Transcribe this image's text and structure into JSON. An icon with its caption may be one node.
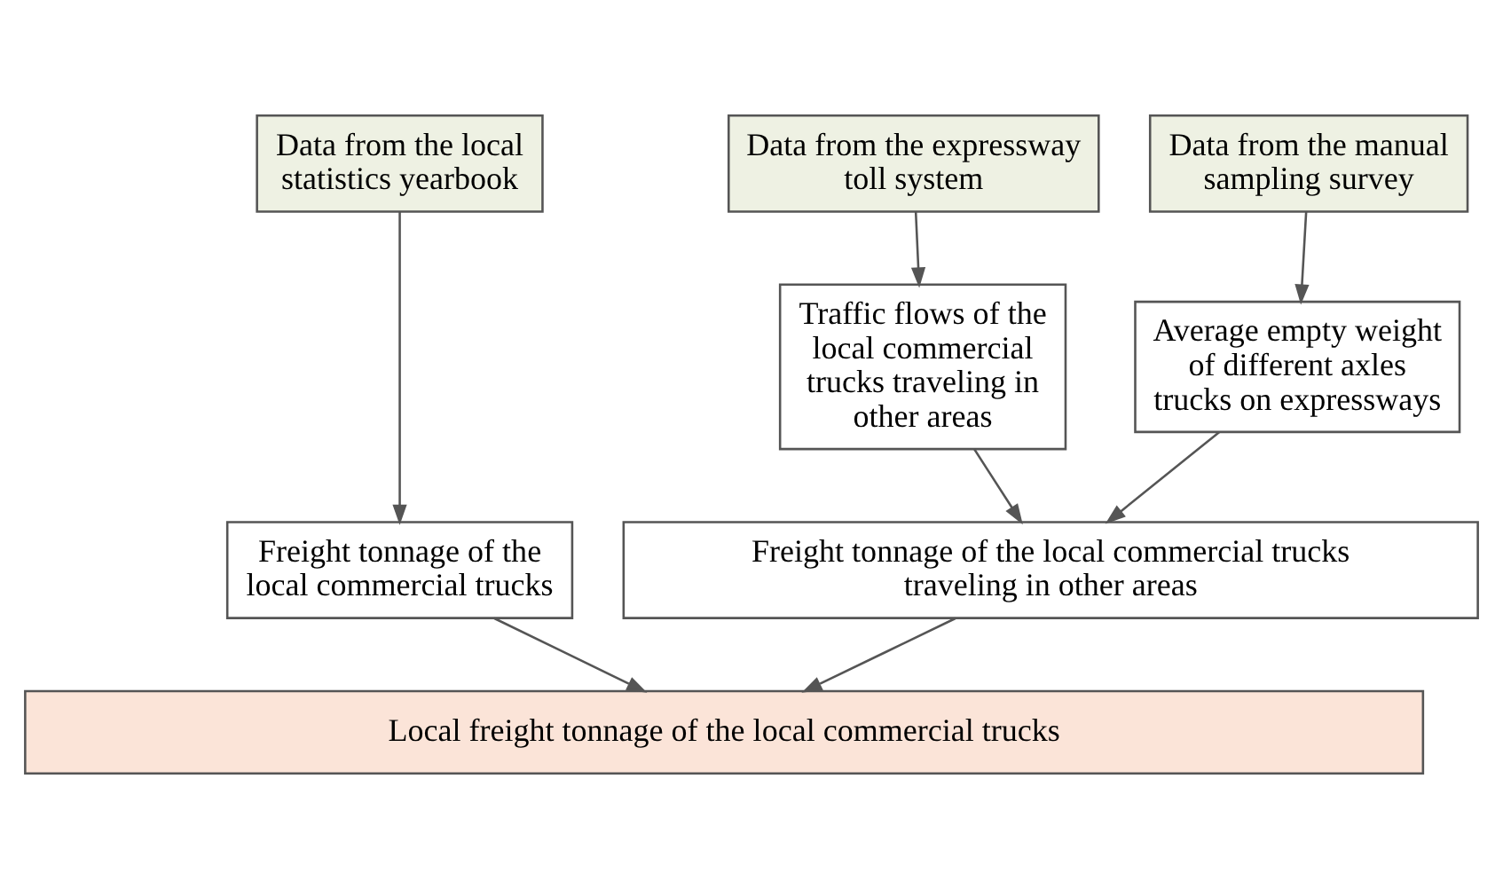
{
  "diagram": {
    "nodes": [
      {
        "text": [
          "Data from the local statistics yearbook"
        ]
      },
      {
        "text": [
          "Data from the expressway toll system"
        ]
      },
      {
        "text": [
          "Data from the manual sampling survey"
        ]
      },
      {
        "text": [
          "Traffic flows of the local commercial trucks traveling in other areas"
        ]
      },
      {
        "text": [
          "Average empty weight of different axles trucks on expressways"
        ]
      },
      {
        "text": [
          "Freight tonnage of the local commercial trucks"
        ]
      },
      {
        "text": [
          "Freight tonnage of the local commercial trucks traveling in other areas"
        ]
      },
      {
        "text": [
          "Local freight tonnage of the local commercial trucks"
        ]
      }
    ],
    "edges": [
      {
        "from": 0,
        "to": 5,
        "arrow": "to"
      },
      {
        "from": 1,
        "to": 3,
        "arrow": "to"
      },
      {
        "from": 2,
        "to": 4,
        "arrow": "to"
      },
      {
        "from": 3,
        "to": 6,
        "arrow": "to"
      },
      {
        "from": 4,
        "to": 6,
        "arrow": "to"
      },
      {
        "from": 5,
        "to": 7,
        "arrow": "to"
      },
      {
        "from": 6,
        "to": 7,
        "arrow": "to"
      }
    ]
  }
}
